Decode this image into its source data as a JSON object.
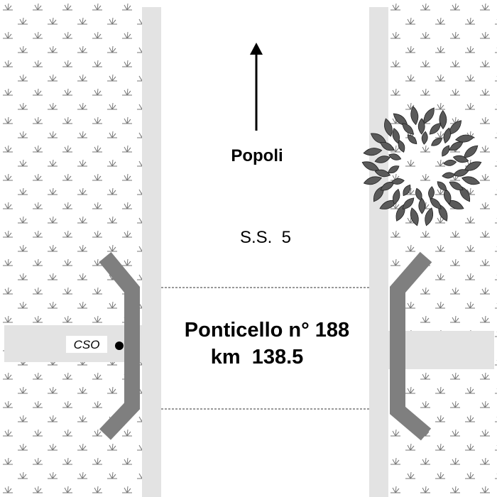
{
  "labels": {
    "direction": "Popoli",
    "road": "S.S.  5",
    "bridge_name": "Ponticello n° 188",
    "bridge_km": "km  138.5",
    "cso": "CSO"
  },
  "colors": {
    "road_surface": "#ffffff",
    "road_shoulder": "#e3e3e3",
    "side_strip": "#e3e3e3",
    "parapet": "#7f7f7f",
    "vegetation_symbol": "#777777",
    "tree_leaf": "#5a5a5a",
    "ink": "#000000"
  },
  "icons": {
    "direction_arrow": "arrow-up-icon",
    "tree": "tree-canopy-icon",
    "cso_point": "dot-icon",
    "terrain": "grass-pattern-icon"
  }
}
